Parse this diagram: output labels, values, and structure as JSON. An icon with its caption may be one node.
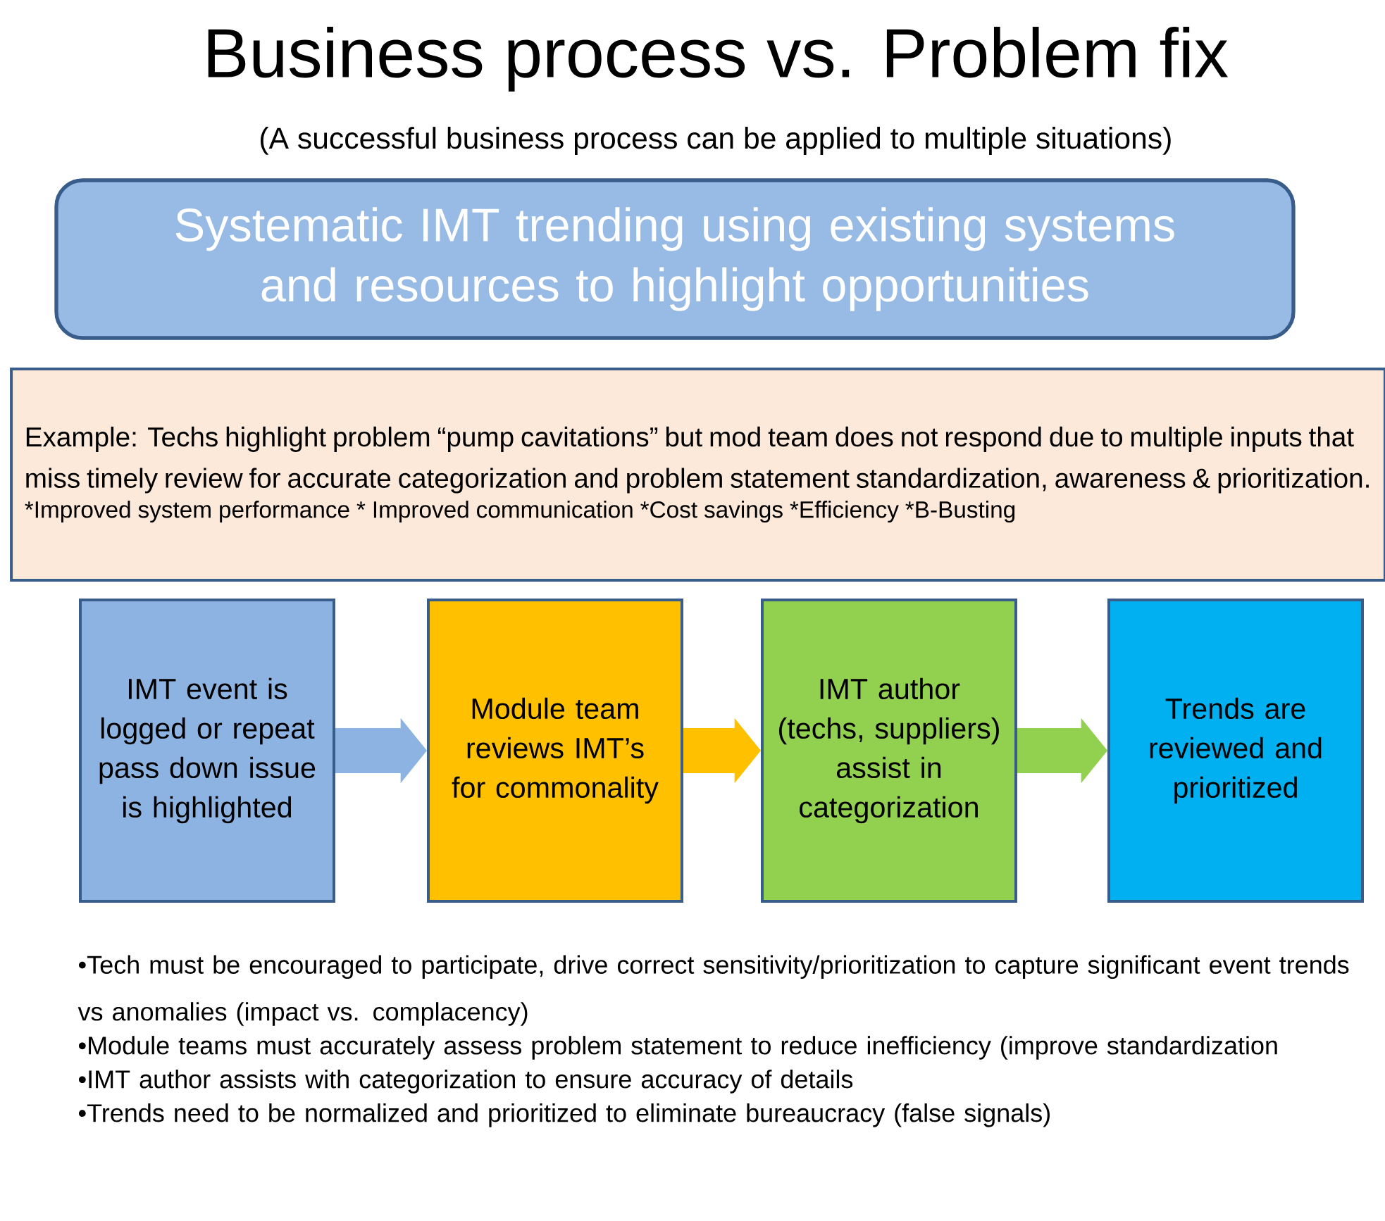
{
  "diagram": {
    "title": "Business process vs. Problem fix",
    "nodes": [
      {
        "text": [
          "Systematic IMT trending using existing systems and resources to highlight opportunities"
        ]
      },
      {
        "text": [
          "Example: Techs highlight problem “pump cavitations” but mod team does not respond due to multiple inputs that miss timely review for accurate categorization and problem statement standardization, awareness & prioritization.",
          "*Improved system performance * Improved communication *Cost savings *Efficiency *B-Busting"
        ]
      },
      {
        "text": [
          "IMT event is logged or repeat pass down issue is highlighted"
        ]
      },
      {
        "text": [
          "Module team reviews IMT’s for commonality"
        ]
      },
      {
        "text": [
          "IMT author (techs, suppliers) assist in categorization"
        ]
      },
      {
        "text": [
          "Trends are reviewed and prioritized"
        ]
      }
    ],
    "edges": [
      {
        "from": 2,
        "to": 3,
        "arrow": "to",
        "color": "#8db3e2"
      },
      {
        "from": 3,
        "to": 4,
        "arrow": "to",
        "color": "#ffc000"
      },
      {
        "from": 4,
        "to": 5,
        "arrow": "to",
        "color": "#92d050"
      }
    ],
    "labels": [
      "(A successful business process can be applied to multiple situations)",
      "•Tech must be encouraged to participate, drive correct sensitivity/prioritization to capture significant event trends vs anomalies (impact vs. complacency)",
      "•Module teams must accurately assess problem statement to reduce inefficiency (improve standardization",
      "•IMT author assists with categorization to ensure accuracy of details",
      "•Trends need to be normalized and prioritized to eliminate bureaucracy (false signals)"
    ]
  }
}
